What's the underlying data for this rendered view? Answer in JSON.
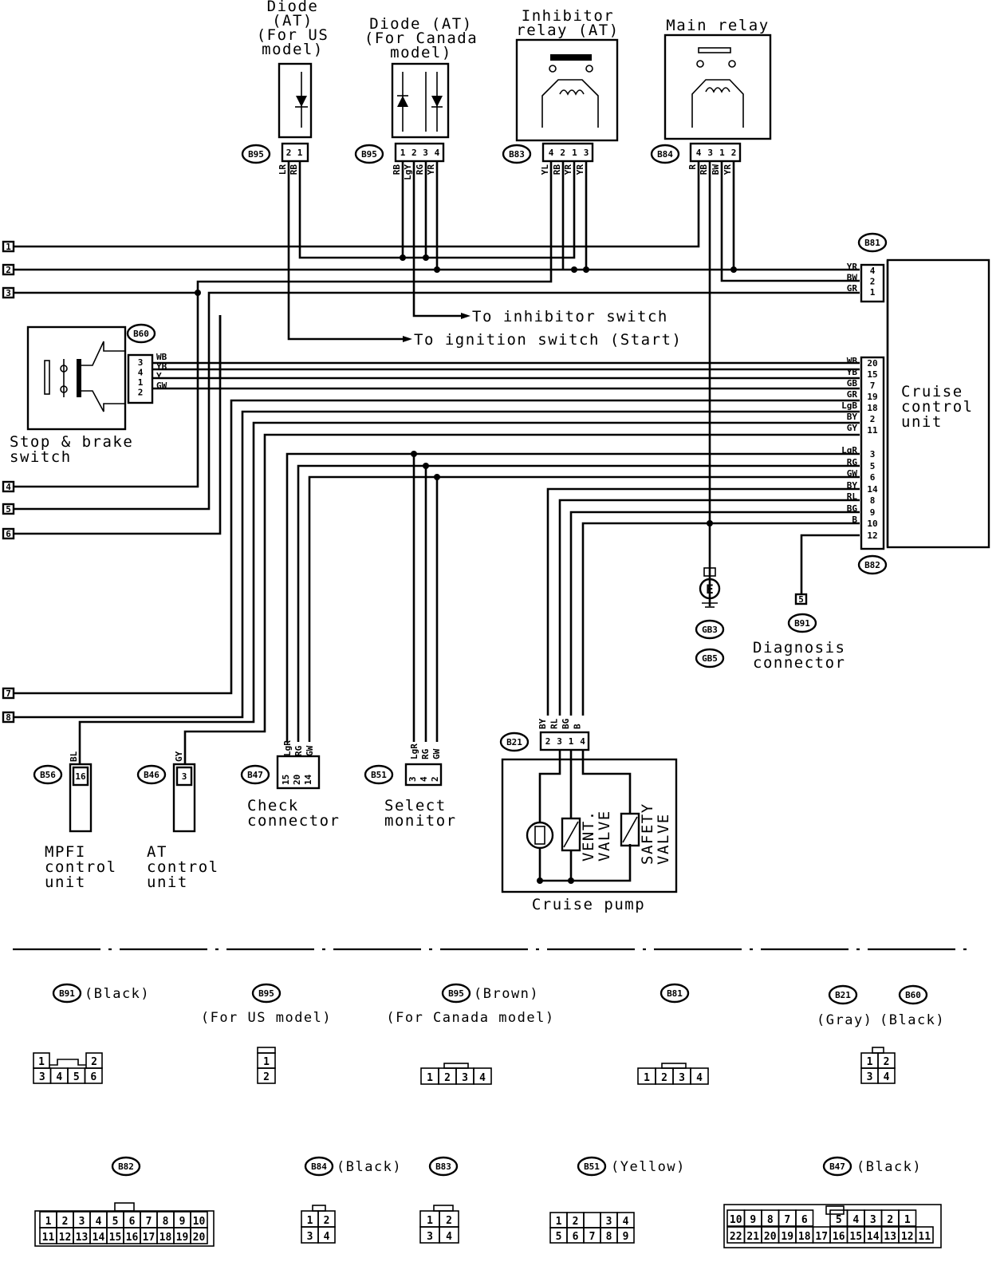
{
  "components": {
    "diode_us": "Diode (AT) (For US model)",
    "diode_canada": "Diode (AT) (For Canada model)",
    "inhibitor_relay": "Inhibitor relay (AT)",
    "main_relay": "Main relay",
    "stop_brake_switch": "Stop & brake switch",
    "cruise_control_unit": "Cruise control unit",
    "mpfi_unit": "MPFI control unit",
    "at_unit": "AT control unit",
    "check_connector": "Check connector",
    "select_monitor": "Select monitor",
    "cruise_pump": "Cruise pump",
    "diagnosis_connector": "Diagnosis connector",
    "vent_valve": "VENT. VALVE",
    "safety_valve": "SAFETY VALVE",
    "ground_symbol": "E"
  },
  "notes": {
    "to_inhibitor": "To inhibitor switch",
    "to_ignition": "To ignition switch (Start)"
  },
  "connectors": {
    "b95": "B95",
    "b83": "B83",
    "b84": "B84",
    "b81": "B81",
    "b82": "B82",
    "b60": "B60",
    "b91": "B91",
    "b56": "B56",
    "b46": "B46",
    "b47": "B47",
    "b51": "B51",
    "b21": "B21",
    "gb3": "GB3",
    "gb5": "GB5"
  },
  "edge_terminals": [
    "1",
    "2",
    "3",
    "4",
    "5",
    "6",
    "7",
    "8"
  ],
  "wire_codes": {
    "b95us": [
      "LR",
      "RB"
    ],
    "b95ca": [
      "RB",
      "LgY",
      "RG",
      "YR"
    ],
    "b83": [
      "YL",
      "RB",
      "YR",
      "YR"
    ],
    "b84": [
      "R",
      "RB",
      "BW",
      "YR"
    ],
    "b81": [
      "YR",
      "BW",
      "GR"
    ],
    "b60": [
      "WB",
      "YB",
      "Y",
      "GW"
    ],
    "ccu_mid": [
      "WB",
      "YB",
      "GB",
      "GR",
      "LgB",
      "BY",
      "GY"
    ],
    "ccu_low": [
      "LgR",
      "RG",
      "GW",
      "BY",
      "RL",
      "BG",
      "B"
    ],
    "b56": "BL",
    "b46": "GY",
    "b47": [
      "LgR",
      "RG",
      "GW"
    ],
    "b51": [
      "LgR",
      "RG",
      "GW"
    ],
    "b21": [
      "BY",
      "RL",
      "BG",
      "B"
    ]
  },
  "pins": {
    "b95us": [
      "2",
      "1"
    ],
    "b95ca": [
      "1",
      "2",
      "3",
      "4"
    ],
    "b83": [
      "4",
      "2",
      "1",
      "3"
    ],
    "b84": [
      "4",
      "3",
      "1",
      "2"
    ],
    "b81": [
      "4",
      "2",
      "1"
    ],
    "b60": [
      "3",
      "4",
      "1",
      "2"
    ],
    "ccu_mid": [
      "20",
      "15",
      "7",
      "19",
      "18",
      "2",
      "11"
    ],
    "ccu_low": [
      "3",
      "5",
      "6",
      "14",
      "8",
      "9",
      "10",
      "12"
    ],
    "b91": "5",
    "b56": "16",
    "b46": "3",
    "b47": [
      "15",
      "20",
      "14"
    ],
    "b51": [
      "3",
      "4",
      "2"
    ],
    "b21": [
      "2",
      "3",
      "1",
      "4"
    ]
  },
  "legend": {
    "b91_color": "(Black)",
    "b95_us_note": "(For US model)",
    "b95_ca_color": "(Brown)",
    "b95_ca_note": "(For Canada model)",
    "b21_color": "(Gray)",
    "b60_color": "(Black)",
    "b84_color": "(Black)",
    "b51_color": "(Yellow)",
    "b47_color": "(Black)",
    "b91_top": [
      "1",
      "2"
    ],
    "b91_bottom": [
      "3",
      "4",
      "5",
      "6"
    ],
    "b95_us": [
      "1",
      "2"
    ],
    "b95_ca": [
      "1",
      "2",
      "3",
      "4"
    ],
    "b81": [
      "1",
      "2",
      "3",
      "4"
    ],
    "b21_b60": [
      "1",
      "2",
      "3",
      "4"
    ],
    "b82_top": [
      "1",
      "2",
      "3",
      "4",
      "5",
      "6",
      "7",
      "8",
      "9",
      "10"
    ],
    "b82_bottom": [
      "11",
      "12",
      "13",
      "14",
      "15",
      "16",
      "17",
      "18",
      "19",
      "20"
    ],
    "b84": [
      "1",
      "2",
      "3",
      "4"
    ],
    "b83": [
      "1",
      "2",
      "3",
      "4"
    ],
    "b51_top": [
      "1",
      "2",
      "",
      "3",
      "4"
    ],
    "b51_bottom": [
      "5",
      "6",
      "7",
      "8",
      "9"
    ],
    "b47_top": [
      "10",
      "9",
      "8",
      "7",
      "6",
      "",
      "5",
      "4",
      "3",
      "2",
      "1"
    ],
    "b47_bottom": [
      "22",
      "21",
      "20",
      "19",
      "18",
      "17",
      "16",
      "15",
      "14",
      "13",
      "12",
      "11"
    ]
  }
}
